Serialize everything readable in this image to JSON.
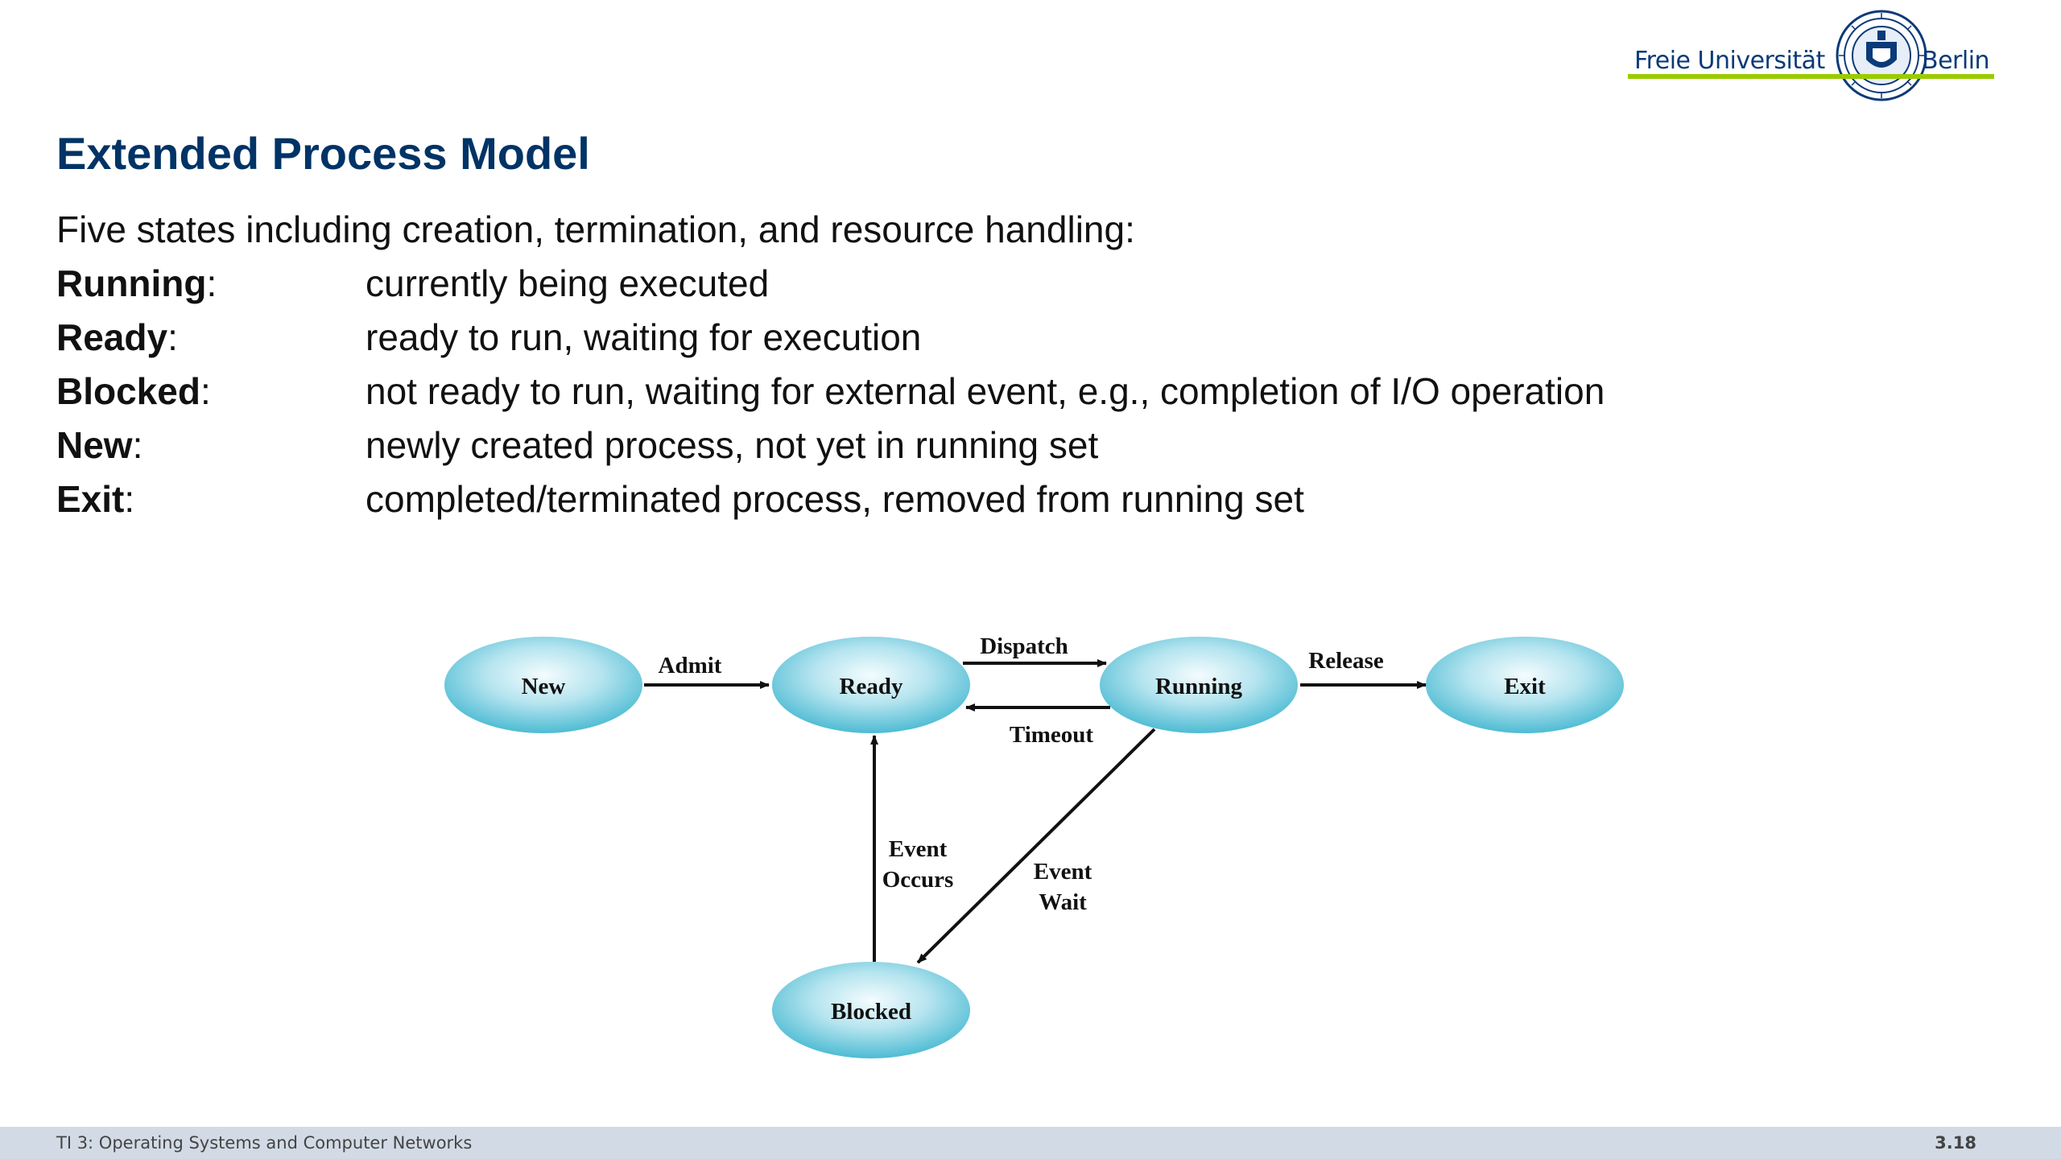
{
  "logo": {
    "text_left": "Freie Universität",
    "text_right": "Berlin",
    "icon": "university-seal-icon",
    "brand_color": "#0b3a78",
    "accent_color": "#99cc00"
  },
  "slide": {
    "title": "Extended Process Model",
    "intro": "Five states including creation, termination, and resource handling:",
    "states": [
      {
        "term": "Running",
        "sep": ":",
        "description": "currently being executed"
      },
      {
        "term": "Ready",
        "sep": ":",
        "description": "ready to run, waiting for execution"
      },
      {
        "term": "Blocked",
        "sep": ":",
        "description": "not ready to run, waiting for external event, e.g., completion of I/O operation"
      },
      {
        "term": "New",
        "sep": ":",
        "description": "newly created process, not yet in running set"
      },
      {
        "term": "Exit",
        "sep": ":",
        "description": "completed/terminated process, removed from running set"
      }
    ],
    "title_color": "#003366"
  },
  "diagram": {
    "nodes": {
      "new": "New",
      "ready": "Ready",
      "running": "Running",
      "exit": "Exit",
      "blocked": "Blocked"
    },
    "edges": {
      "admit": "Admit",
      "dispatch": "Dispatch",
      "timeout": "Timeout",
      "release": "Release",
      "event_occurs_1": "Event",
      "event_occurs_2": "Occurs",
      "event_wait_1": "Event",
      "event_wait_2": "Wait"
    },
    "node_color": "#3db5cf"
  },
  "footer": {
    "course": "TI 3: Operating Systems and Computer Networks",
    "page": "3.18"
  }
}
